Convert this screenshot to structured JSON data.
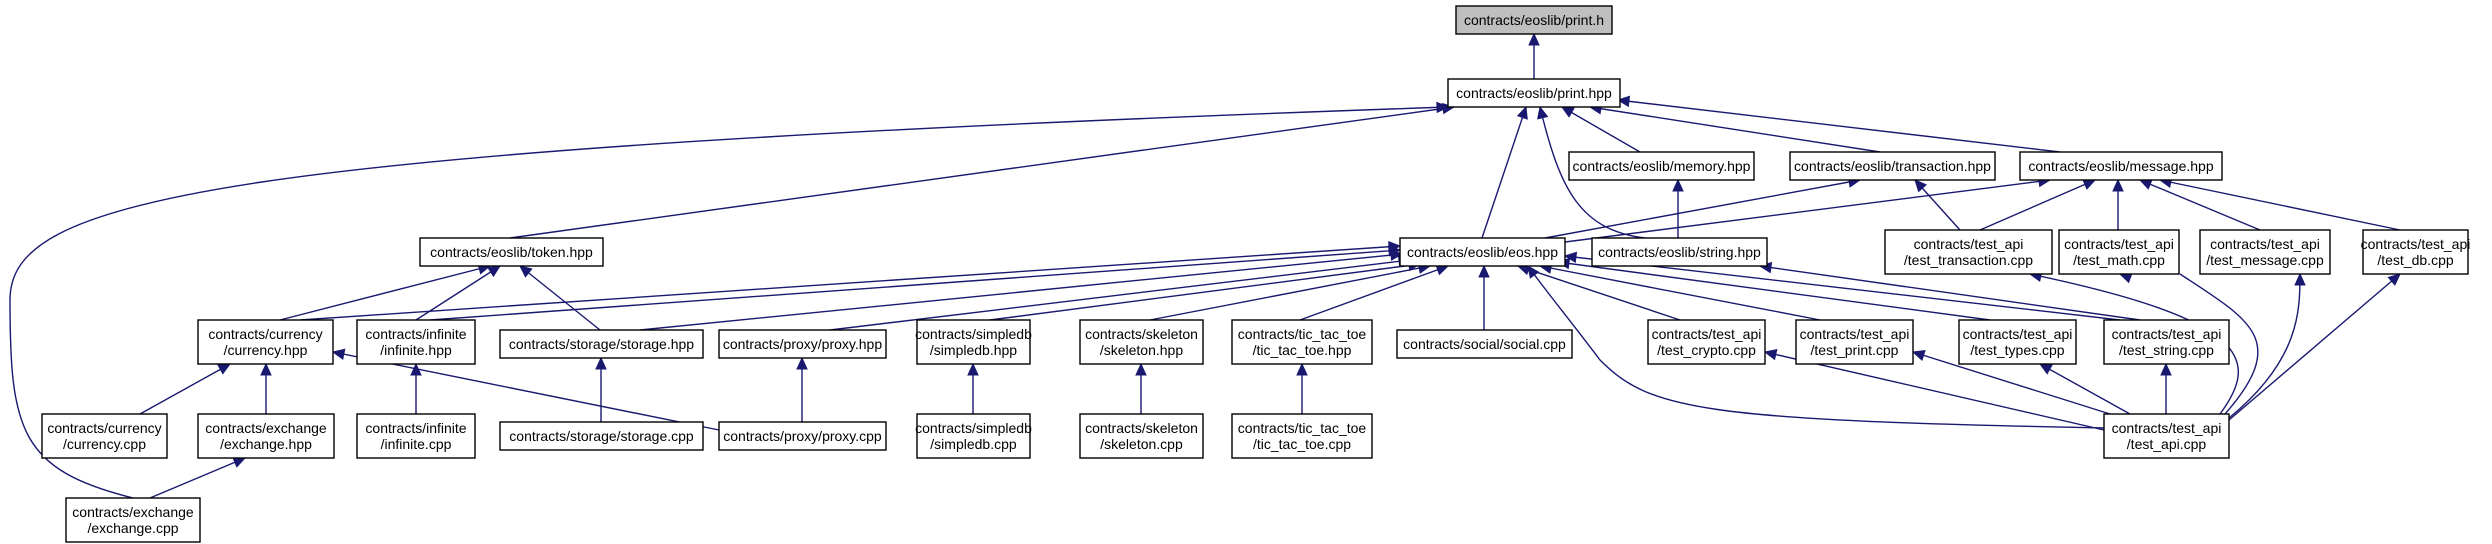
{
  "nodes": {
    "print_h": {
      "lines": [
        "contracts/eoslib/print.h"
      ],
      "root": true
    },
    "print_hpp": {
      "lines": [
        "contracts/eoslib/print.hpp"
      ]
    },
    "memory_hpp": {
      "lines": [
        "contracts/eoslib/memory.hpp"
      ]
    },
    "transaction_hpp": {
      "lines": [
        "contracts/eoslib/transaction.hpp"
      ]
    },
    "message_hpp": {
      "lines": [
        "contracts/eoslib/message.hpp"
      ]
    },
    "token_hpp": {
      "lines": [
        "contracts/eoslib/token.hpp"
      ]
    },
    "eos_hpp": {
      "lines": [
        "contracts/eoslib/eos.hpp"
      ]
    },
    "string_hpp": {
      "lines": [
        "contracts/eoslib/string.hpp"
      ]
    },
    "test_transaction_cpp": {
      "lines": [
        "contracts/test_api",
        "/test_transaction.cpp"
      ]
    },
    "test_math_cpp": {
      "lines": [
        "contracts/test_api",
        "/test_math.cpp"
      ]
    },
    "test_message_cpp": {
      "lines": [
        "contracts/test_api",
        "/test_message.cpp"
      ]
    },
    "test_db_cpp": {
      "lines": [
        "contracts/test_api",
        "/test_db.cpp"
      ]
    },
    "currency_hpp": {
      "lines": [
        "contracts/currency",
        "/currency.hpp"
      ]
    },
    "infinite_hpp": {
      "lines": [
        "contracts/infinite",
        "/infinite.hpp"
      ]
    },
    "storage_hpp": {
      "lines": [
        "contracts/storage/storage.hpp"
      ]
    },
    "proxy_hpp": {
      "lines": [
        "contracts/proxy/proxy.hpp"
      ]
    },
    "simpledb_hpp": {
      "lines": [
        "contracts/simpledb",
        "/simpledb.hpp"
      ]
    },
    "skeleton_hpp": {
      "lines": [
        "contracts/skeleton",
        "/skeleton.hpp"
      ]
    },
    "tictactoe_hpp": {
      "lines": [
        "contracts/tic_tac_toe",
        "/tic_tac_toe.hpp"
      ]
    },
    "social_cpp": {
      "lines": [
        "contracts/social/social.cpp"
      ]
    },
    "test_crypto_cpp": {
      "lines": [
        "contracts/test_api",
        "/test_crypto.cpp"
      ]
    },
    "test_print_cpp": {
      "lines": [
        "contracts/test_api",
        "/test_print.cpp"
      ]
    },
    "test_types_cpp": {
      "lines": [
        "contracts/test_api",
        "/test_types.cpp"
      ]
    },
    "test_string_cpp": {
      "lines": [
        "contracts/test_api",
        "/test_string.cpp"
      ]
    },
    "currency_cpp": {
      "lines": [
        "contracts/currency",
        "/currency.cpp"
      ]
    },
    "exchange_hpp": {
      "lines": [
        "contracts/exchange",
        "/exchange.hpp"
      ]
    },
    "infinite_cpp": {
      "lines": [
        "contracts/infinite",
        "/infinite.cpp"
      ]
    },
    "storage_cpp": {
      "lines": [
        "contracts/storage/storage.cpp"
      ]
    },
    "proxy_cpp": {
      "lines": [
        "contracts/proxy/proxy.cpp"
      ]
    },
    "simpledb_cpp": {
      "lines": [
        "contracts/simpledb",
        "/simpledb.cpp"
      ]
    },
    "skeleton_cpp": {
      "lines": [
        "contracts/skeleton",
        "/skeleton.cpp"
      ]
    },
    "tictactoe_cpp": {
      "lines": [
        "contracts/tic_tac_toe",
        "/tic_tac_toe.cpp"
      ]
    },
    "test_api_cpp": {
      "lines": [
        "contracts/test_api",
        "/test_api.cpp"
      ]
    },
    "exchange_cpp": {
      "lines": [
        "contracts/exchange",
        "/exchange.cpp"
      ]
    }
  },
  "edges": [
    [
      "print_hpp",
      "print_h"
    ],
    [
      "memory_hpp",
      "print_hpp"
    ],
    [
      "transaction_hpp",
      "print_hpp"
    ],
    [
      "message_hpp",
      "print_hpp"
    ],
    [
      "token_hpp",
      "print_hpp"
    ],
    [
      "eos_hpp",
      "print_hpp"
    ],
    [
      "string_hpp",
      "print_hpp"
    ],
    [
      "exchange_cpp",
      "print_hpp"
    ],
    [
      "string_hpp",
      "memory_hpp"
    ],
    [
      "eos_hpp",
      "transaction_hpp"
    ],
    [
      "test_transaction_cpp",
      "transaction_hpp"
    ],
    [
      "eos_hpp",
      "message_hpp"
    ],
    [
      "test_transaction_cpp",
      "message_hpp"
    ],
    [
      "test_math_cpp",
      "message_hpp"
    ],
    [
      "test_message_cpp",
      "message_hpp"
    ],
    [
      "test_db_cpp",
      "message_hpp"
    ],
    [
      "currency_hpp",
      "token_hpp"
    ],
    [
      "infinite_hpp",
      "token_hpp"
    ],
    [
      "storage_hpp",
      "token_hpp"
    ],
    [
      "currency_hpp",
      "eos_hpp"
    ],
    [
      "infinite_hpp",
      "eos_hpp"
    ],
    [
      "storage_hpp",
      "eos_hpp"
    ],
    [
      "proxy_hpp",
      "eos_hpp"
    ],
    [
      "simpledb_hpp",
      "eos_hpp"
    ],
    [
      "skeleton_hpp",
      "eos_hpp"
    ],
    [
      "tictactoe_hpp",
      "eos_hpp"
    ],
    [
      "social_cpp",
      "eos_hpp"
    ],
    [
      "test_crypto_cpp",
      "eos_hpp"
    ],
    [
      "test_print_cpp",
      "eos_hpp"
    ],
    [
      "test_types_cpp",
      "eos_hpp"
    ],
    [
      "test_string_cpp",
      "eos_hpp"
    ],
    [
      "test_api_cpp",
      "eos_hpp"
    ],
    [
      "test_string_cpp",
      "string_hpp"
    ],
    [
      "currency_cpp",
      "currency_hpp"
    ],
    [
      "exchange_hpp",
      "currency_hpp"
    ],
    [
      "proxy_cpp",
      "currency_hpp"
    ],
    [
      "infinite_cpp",
      "infinite_hpp"
    ],
    [
      "storage_cpp",
      "storage_hpp"
    ],
    [
      "proxy_cpp",
      "proxy_hpp"
    ],
    [
      "simpledb_cpp",
      "simpledb_hpp"
    ],
    [
      "skeleton_cpp",
      "skeleton_hpp"
    ],
    [
      "tictactoe_cpp",
      "tictactoe_hpp"
    ],
    [
      "test_api_cpp",
      "test_transaction_cpp"
    ],
    [
      "test_api_cpp",
      "test_math_cpp"
    ],
    [
      "test_api_cpp",
      "test_message_cpp"
    ],
    [
      "test_api_cpp",
      "test_db_cpp"
    ],
    [
      "test_api_cpp",
      "test_crypto_cpp"
    ],
    [
      "test_api_cpp",
      "test_print_cpp"
    ],
    [
      "test_api_cpp",
      "test_types_cpp"
    ],
    [
      "test_api_cpp",
      "test_string_cpp"
    ],
    [
      "exchange_cpp",
      "exchange_hpp"
    ]
  ],
  "colors": {
    "edge": "#191970",
    "root_fill": "#bfbfbf",
    "node_fill": "#ffffff",
    "node_stroke": "#000000",
    "text": "#000000"
  }
}
